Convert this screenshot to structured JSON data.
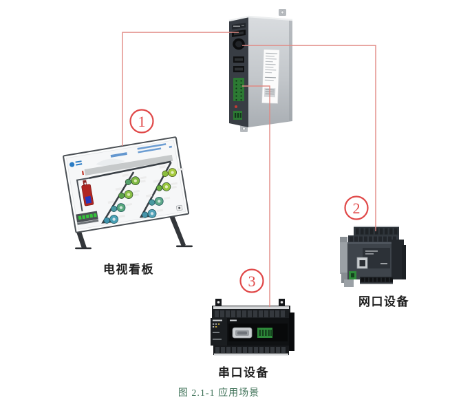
{
  "figure": {
    "caption": "图 2.1-1 应用场景"
  },
  "labels": {
    "tv_board": "电视看板",
    "network_device": "网口设备",
    "serial_device": "串口设备"
  },
  "connections": [
    {
      "number": "1",
      "to": "电视看板"
    },
    {
      "number": "2",
      "to": "网口设备"
    },
    {
      "number": "3",
      "to": "串口设备"
    }
  ],
  "colors": {
    "connection_line": "#e08983",
    "marker_red": "#e04848",
    "caption_green": "#3f7258",
    "label_text": "#1f1f1f"
  }
}
